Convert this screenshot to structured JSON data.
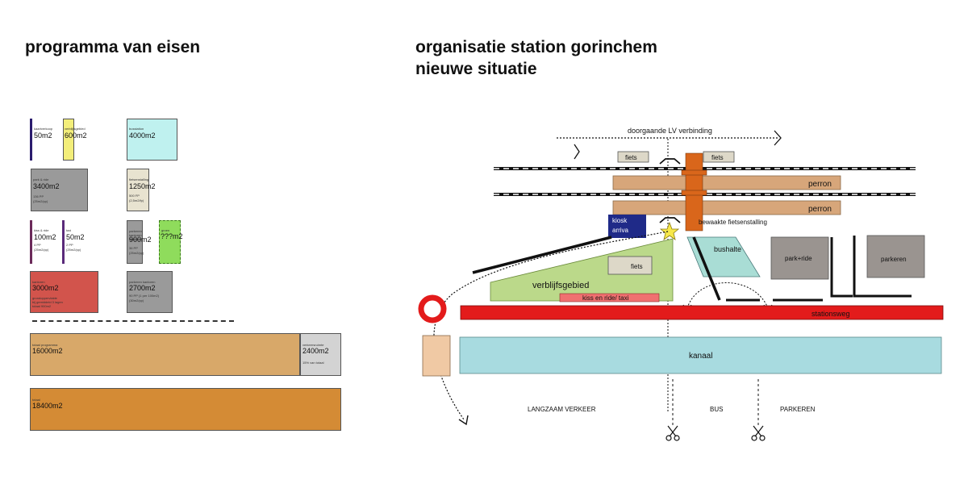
{
  "headings": {
    "left": "programma van eisen",
    "right_line1": "organisatie station gorinchem",
    "right_line2": "nieuwe situatie"
  },
  "program": [
    {
      "key": "kaartverkoop",
      "label": "kaartverkoop",
      "area": "50m2",
      "color": "#2b1c6e"
    },
    {
      "key": "verblijfsgebied",
      "label": "verblijfsgebied",
      "area": "600m2",
      "color": "#f3ee7a"
    },
    {
      "key": "busstation",
      "label": "busstation",
      "area": "4000m2",
      "color": "#bff1ef"
    },
    {
      "key": "park_ride",
      "label": "park & ride",
      "area": "3400m2",
      "color": "#9a9a9a",
      "notes": [
        "136 PP",
        "(25m2/pp)"
      ]
    },
    {
      "key": "fietsenstalling",
      "label": "fietsenstalling",
      "area": "1250m2",
      "color": "#e8e3d0",
      "notes": [
        "500 FP",
        "(2,5m2/fp)"
      ]
    },
    {
      "key": "kiss_ride",
      "label": "kiss & ride",
      "area": "100m2",
      "color": "#6b2a5a",
      "notes": [
        "4 PP",
        "(25m2/pp)"
      ]
    },
    {
      "key": "taxi",
      "label": "taxi",
      "area": "50m2",
      "color": "#5a2a7a",
      "notes": [
        "2 PP",
        "(25m2/pp)"
      ]
    },
    {
      "key": "parkeren_kantoren_bedrijven",
      "label": "parkeren kantoren bedrijven",
      "area": "900m2",
      "color": "#9a9a9a",
      "notes": [
        "36 PP",
        "(25m2/pp)"
      ]
    },
    {
      "key": "groen",
      "label": "groen",
      "area": "???m2",
      "color": "#8fdc5c"
    },
    {
      "key": "kantoren",
      "label": "kantoren",
      "area": "3000m2",
      "color": "#d2544c",
      "notes": [
        "grondoppervlakte",
        "bij gemiddeld 3 lagen",
        "totaal 900m2"
      ]
    },
    {
      "key": "parkeren_kantoren",
      "label": "parkeren kantoren",
      "area": "2700m2",
      "color": "#9a9a9a",
      "notes": [
        "90 PP (1 per 100m2)",
        "(30m2/pp)"
      ]
    },
    {
      "key": "totaal_programma",
      "label": "totaal programma",
      "area": "16000m2",
      "color": "#d8a869"
    },
    {
      "key": "verkeersruimte",
      "label": "verkeersruimte",
      "area": "2400m2",
      "color": "#d3d3d3",
      "notes": [
        "15% van totaal"
      ]
    },
    {
      "key": "totaal",
      "label": "totaal",
      "area": "18400m2",
      "color": "#d48b35"
    }
  ],
  "plan": {
    "lv_connection": "doorgaande LV verbinding",
    "fiets_1": "fiets",
    "fiets_2": "fiets",
    "perron_1": "perron",
    "perron_2": "perron",
    "kiosk": "kiosk",
    "arriva": "arriva",
    "guarded_bike_storage": "bewaakte fietsenstalling",
    "fiets_3": "fiets",
    "verblijfsgebied": "verblijfsgebied",
    "kiss_ride_taxi": "kiss en ride/ taxi",
    "bushalte": "bushalte",
    "park_ride": "park+ride",
    "parkeren": "parkeren",
    "stationsweg": "stationsweg",
    "kanaal": "kanaal",
    "langzaam_verkeer": "LANGZAAM VERKEER",
    "bus": "BUS",
    "parkeren_caps": "PARKEREN"
  },
  "colors": {
    "perron": "#d7a67a",
    "road": "#e31b1b",
    "canal": "#a8dbe0",
    "kiosk": "#1f2a88",
    "verblijfsgebied": "#bbd98a",
    "kiss_ride": "#f07070",
    "bushalte": "#a9ddd5",
    "parking": "#9a9490",
    "orange_link": "#d9661b",
    "beige": "#f0c9a4",
    "light_grey": "#ddd8c8"
  }
}
